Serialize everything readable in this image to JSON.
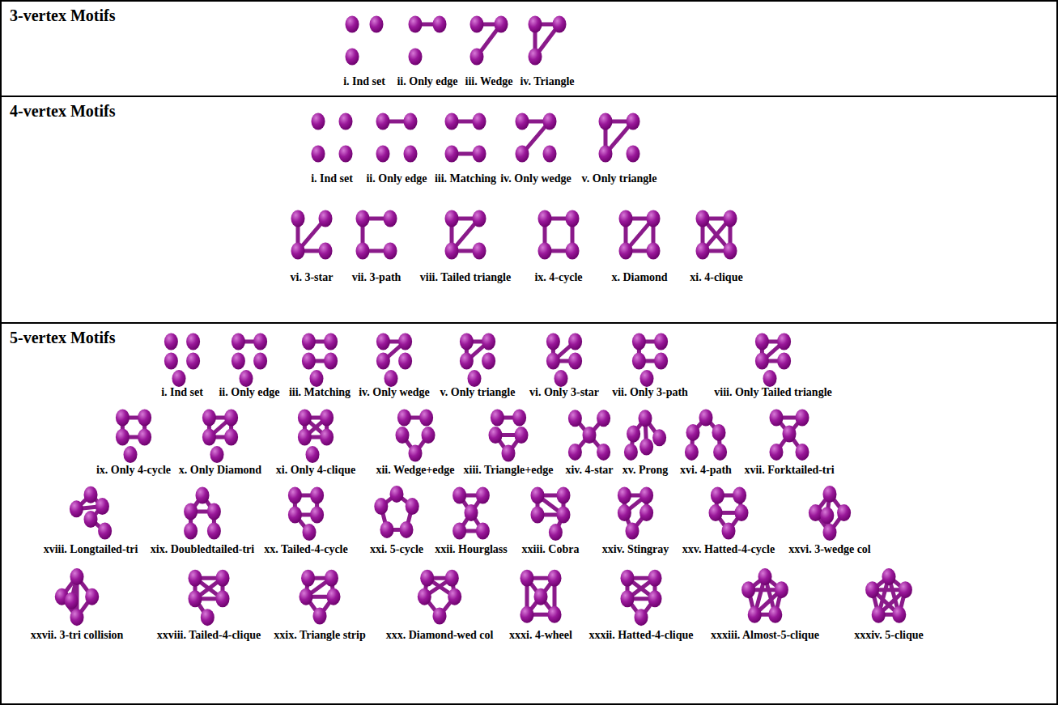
{
  "diagram": {
    "nodes": [
      {
        "text": [
          "3-vertex Motifs"
        ]
      },
      {
        "text": [
          "4-vertex Motifs"
        ]
      },
      {
        "text": [
          "5-vertex Motifs"
        ]
      }
    ],
    "labels": [
      "i. Ind set",
      "ii. Only edge",
      "iii. Wedge",
      "iv. Triangle",
      "i. Ind set",
      "ii. Only edge",
      "iii. Matching",
      "iv. Only wedge",
      "v. Only triangle",
      "vi. 3-star",
      "vii. 3-path",
      "viii. Tailed triangle",
      "ix. 4-cycle",
      "x. Diamond",
      "xi. 4-clique",
      "i. Ind set",
      "ii. Only edge",
      "iii. Matching",
      "iv. Only wedge",
      "v. Only triangle",
      "vi. Only 3-star",
      "vii. Only 3-path",
      "viii. Only Tailed triangle",
      "ix. Only 4-cycle",
      "x. Only Diamond",
      "xi. Only 4-clique",
      "xii. Wedge+edge",
      "xiii. Triangle+edge",
      "xiv. 4-star",
      "xv. Prong",
      "xvi.  4-path",
      "xvii. Forktailed-tri",
      "xviii. Longtailed-tri",
      "xix. Doubledtailed-tri",
      "xx. Tailed-4-cycle",
      "xxi. 5-cycle",
      "xxii. Hourglass",
      "xxiii. Cobra",
      "xxiv. Stingray",
      "xxv. Hatted-4-cycle",
      "xxvi. 3-wedge col",
      "xxvii. 3-tri collision",
      "xxviii. Tailed-4-clique",
      "xxix. Triangle strip",
      "xxx. Diamond-wed col",
      "xxxi. 4-wheel",
      "xxxii. Hatted-4-clique",
      "xxxiii. Almost-5-clique",
      "xxxiv. 5-clique"
    ]
  }
}
